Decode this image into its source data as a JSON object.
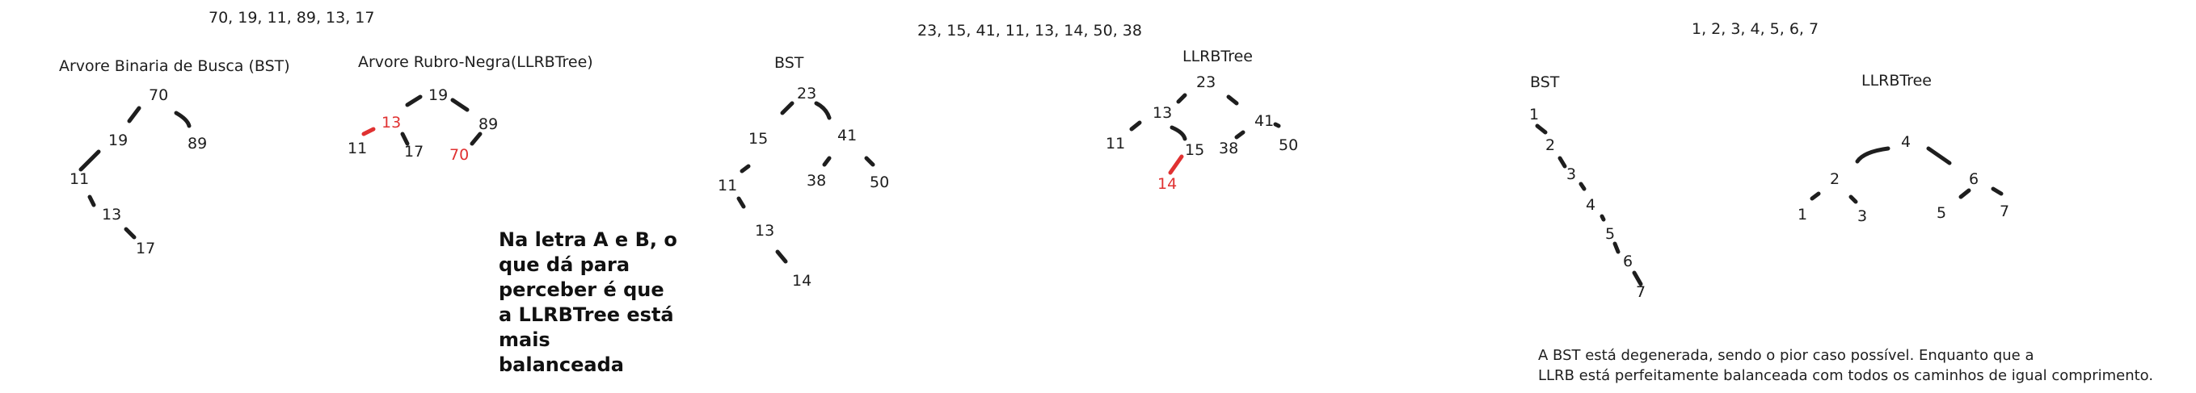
{
  "colors": {
    "ink": "#1e1e1e",
    "red": "#e03131"
  },
  "section1": {
    "sequence": "70, 19, 11, 89, 13, 17",
    "bst_title": "Arvore Binaria de Busca (BST)",
    "llrb_title": "Arvore Rubro-Negra(LLRBTree)",
    "bst": {
      "70": "70",
      "19": "19",
      "89": "89",
      "11": "11",
      "13": "13",
      "17": "17"
    },
    "llrb": {
      "19": "19",
      "13": "13",
      "89": "89",
      "11": "11",
      "17": "17",
      "70": "70"
    }
  },
  "conclusion": [
    "Na letra A e B, o",
    "que dá para",
    "perceber é que",
    "a LLRBTree está",
    "mais",
    "balanceada"
  ],
  "section2": {
    "sequence": "23, 15, 41, 11, 13, 14, 50, 38",
    "bst_title": "BST",
    "llrb_title": "LLRBTree",
    "bst": {
      "23": "23",
      "15": "15",
      "41": "41",
      "11": "11",
      "38": "38",
      "50": "50",
      "13": "13",
      "14": "14"
    },
    "llrb": {
      "23": "23",
      "13": "13",
      "41": "41",
      "11": "11",
      "15": "15",
      "38": "38",
      "50": "50",
      "14": "14"
    }
  },
  "section3": {
    "sequence": "1, 2, 3, 4, 5, 6, 7",
    "bst_title": "BST",
    "llrb_title": "LLRBTree",
    "bst": {
      "1": "1",
      "2": "2",
      "3": "3",
      "4": "4",
      "5": "5",
      "6": "6",
      "7": "7"
    },
    "llrb": {
      "4": "4",
      "2": "2",
      "6": "6",
      "1": "1",
      "3": "3",
      "5": "5",
      "7": "7"
    },
    "note": [
      "A BST está degenerada, sendo o pior caso possível. Enquanto que a",
      "LLRB está perfeitamente balanceada com todos os caminhos de igual comprimento."
    ]
  }
}
